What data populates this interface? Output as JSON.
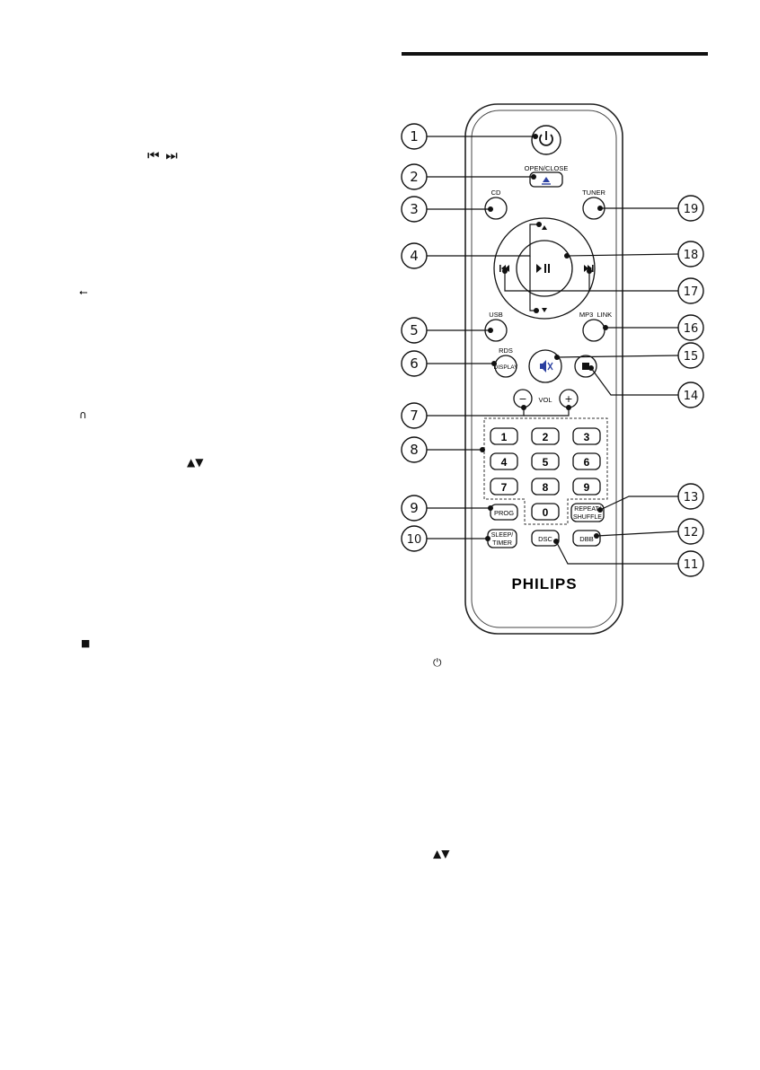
{
  "left_column": {
    "skip_glyphs": "⏮ ⏭",
    "usb_glyph": "⭠",
    "headphone_glyph": "∩",
    "updown_glyphs": "▲▼",
    "stop_glyph": "■"
  },
  "remote": {
    "brand": "PHILIPS",
    "labels": {
      "open_close": "OPEN/CLOSE",
      "cd": "CD",
      "tuner": "TUNER",
      "usb": "USB",
      "mp3_link": "MP3  LINK",
      "rds": "RDS",
      "display": "DISPLAY",
      "vol": "VOL",
      "vol_minus": "−",
      "vol_plus": "+",
      "prog": "PROG",
      "repeat": "REPEAT/",
      "shuffle": "SHUFFLE",
      "sleep": "SLEEP/",
      "timer": "TIMER",
      "dsc": "DSC",
      "dbb": "DBB"
    },
    "digits": [
      "1",
      "2",
      "3",
      "4",
      "5",
      "6",
      "7",
      "8",
      "9",
      "0"
    ],
    "callouts": [
      "1",
      "2",
      "3",
      "4",
      "5",
      "6",
      "7",
      "8",
      "9",
      "10",
      "11",
      "12",
      "13",
      "14",
      "15",
      "16",
      "17",
      "18",
      "19"
    ]
  },
  "right_column": {
    "power_glyph": "⏻",
    "updown_glyphs": "▲▼"
  }
}
